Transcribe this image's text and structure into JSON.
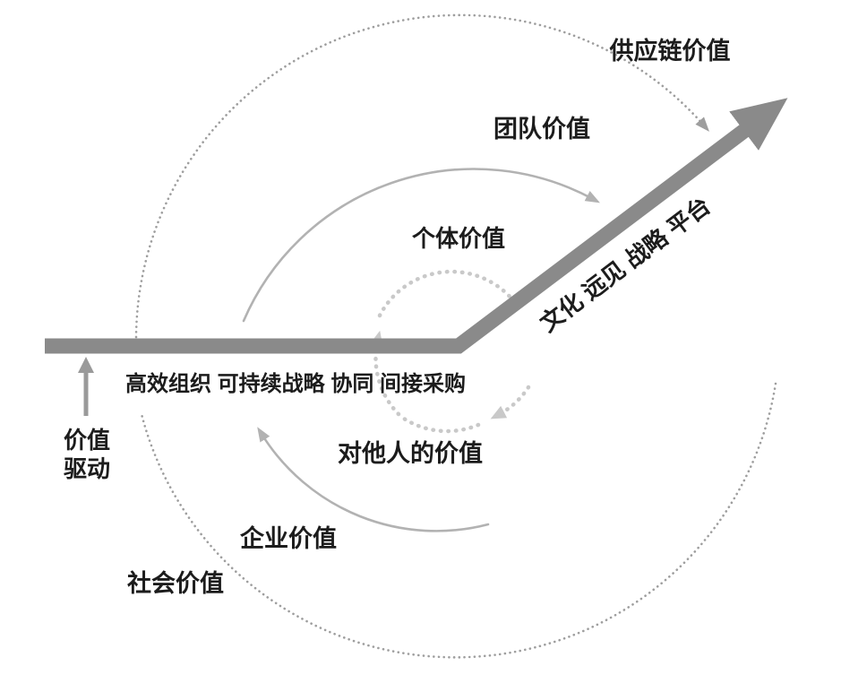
{
  "diagram": {
    "title": "value-circles-diagram",
    "labels": {
      "supply_chain": "供应链价值",
      "team": "团队价值",
      "individual": "个体价值",
      "culture_vision_strategy_platform": "文化 远见 战略 平台",
      "efficiency_phrase": "高效组织 可持续战略 协同 间接采购",
      "value_driven_line1": "价值",
      "value_driven_line2": "驱动",
      "value_to_others": "对他人的价值",
      "enterprise": "企业价值",
      "society": "社会价值"
    },
    "colors": {
      "main_arrow": "#8a8a8a",
      "small_arrow": "#9a9a9a",
      "mid_arc": "#b2b2b2",
      "inner_arc": "#c9c9c9",
      "outer_arc": "#9e9e9e",
      "text": "#1c1c1c"
    }
  }
}
